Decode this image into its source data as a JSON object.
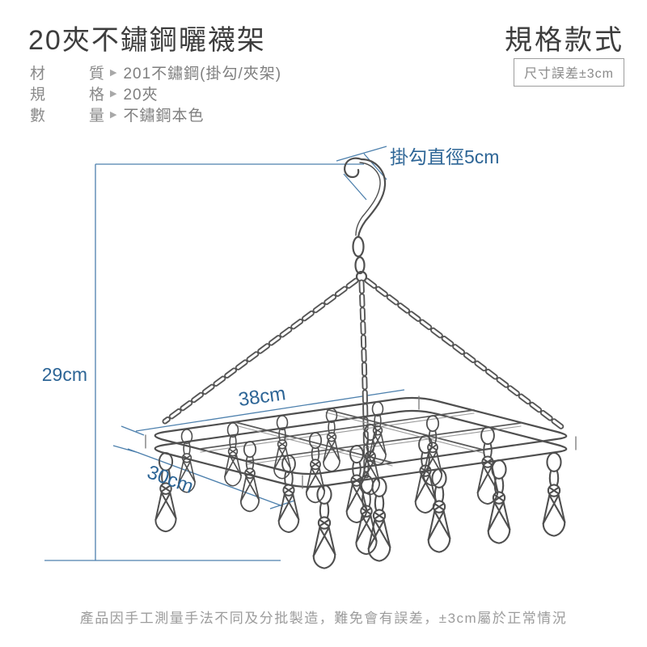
{
  "header": {
    "title": "20夾不鏽鋼曬襪架",
    "specs": [
      {
        "label_a": "材",
        "label_b": "質",
        "arrow": "▶",
        "value": "201不鏽鋼(掛勾/夾架)"
      },
      {
        "label_a": "規",
        "label_b": "格",
        "arrow": "▶",
        "value": "20夾"
      },
      {
        "label_a": "數",
        "label_b": "量",
        "arrow": "▶",
        "value": "不鏽鋼本色"
      }
    ]
  },
  "right_header": {
    "title": "規格款式",
    "tolerance_badge": "尺寸誤差±3cm"
  },
  "diagram": {
    "labels": {
      "hook_diameter": "掛勾直徑5cm",
      "height": "29cm",
      "width": "38cm",
      "depth": "30cm"
    },
    "colors": {
      "dimension_line": "#4d80ad",
      "dimension_text": "#2d6596",
      "wire": "#4f4f4f"
    }
  },
  "footer": {
    "note": "產品因手工測量手法不同及分批製造，難免會有誤差，±3cm屬於正常情況"
  }
}
